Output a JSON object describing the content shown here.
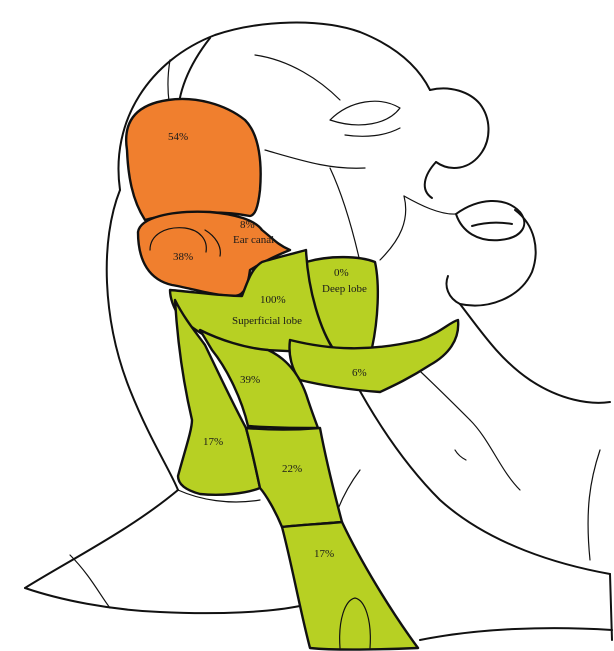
{
  "colors": {
    "orange": "#f07f2e",
    "green": "#b7d023",
    "outline": "#111111"
  },
  "labels": {
    "temporal_pct": "54%",
    "ear_pct": "38%",
    "ear_canal_pct": "8%",
    "ear_canal": "Ear canal",
    "deep_lobe_pct": "0%",
    "deep_lobe": "Deep lobe",
    "superficial_lobe_pct": "100%",
    "superficial_lobe": "Superficial lobe",
    "submandibular_pct": "6%",
    "upper_neck_pct": "39%",
    "posterior_neck_pct": "17%",
    "mid_neck_pct": "22%",
    "lower_neck_pct": "17%"
  }
}
